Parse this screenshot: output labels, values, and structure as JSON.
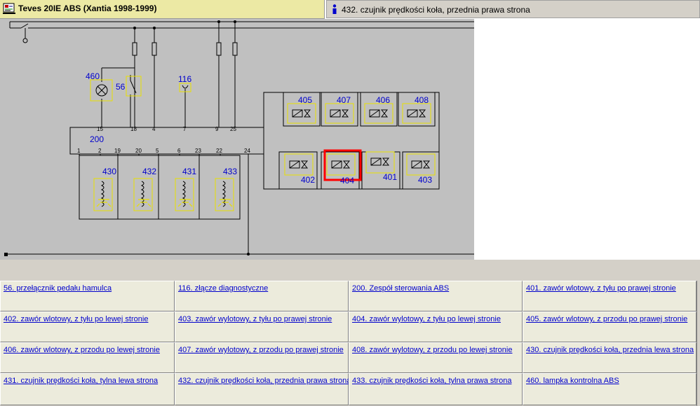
{
  "window": {
    "title": "Teves 20IE ABS (Xantia 1998-1999)",
    "info_tab": "432. czujnik prędkości koła, przednia prawa strona"
  },
  "schematic": {
    "components": [
      {
        "id": "460"
      },
      {
        "id": "56"
      },
      {
        "id": "116"
      },
      {
        "id": "200"
      },
      {
        "id": "430"
      },
      {
        "id": "432"
      },
      {
        "id": "431"
      },
      {
        "id": "433"
      },
      {
        "id": "405"
      },
      {
        "id": "407"
      },
      {
        "id": "406"
      },
      {
        "id": "408"
      },
      {
        "id": "402"
      },
      {
        "id": "404"
      },
      {
        "id": "401"
      },
      {
        "id": "403"
      }
    ],
    "top_pins": [
      "15",
      "18",
      "4",
      "7",
      "9",
      "25"
    ],
    "bottom_pins": [
      "1",
      "2",
      "19",
      "20",
      "5",
      "6",
      "23",
      "22",
      "24"
    ],
    "highlighted": "404"
  },
  "legend": [
    "56. przełącznik pedału hamulca",
    "116. złącze diagnostyczne",
    "200. Zespół sterowania ABS",
    "401. zawór wlotowy, z tyłu po prawej stronie",
    "402. zawór wlotowy, z tyłu po lewej stronie",
    "403. zawór wylotowy, z tyłu po prawej stronie",
    "404. zawór wylotowy, z tyłu po lewej stronie",
    "405. zawór wlotowy, z przodu po prawej stronie",
    "406. zawór wlotowy, z przodu po lewej stronie",
    "407. zawór wylotowy, z przodu po prawej stronie",
    "408. zawór wylotowy, z przodu po lewej stronie",
    "430. czujnik prędkości koła, przednia lewa strona",
    "431. czujnik prędkości koła, tylna lewa strona",
    "432. czujnik prędkości koła, przednia prawa strona",
    "433. czujnik prędkości koła, tylna prawa strona",
    "460. lampka kontrolna ABS"
  ]
}
